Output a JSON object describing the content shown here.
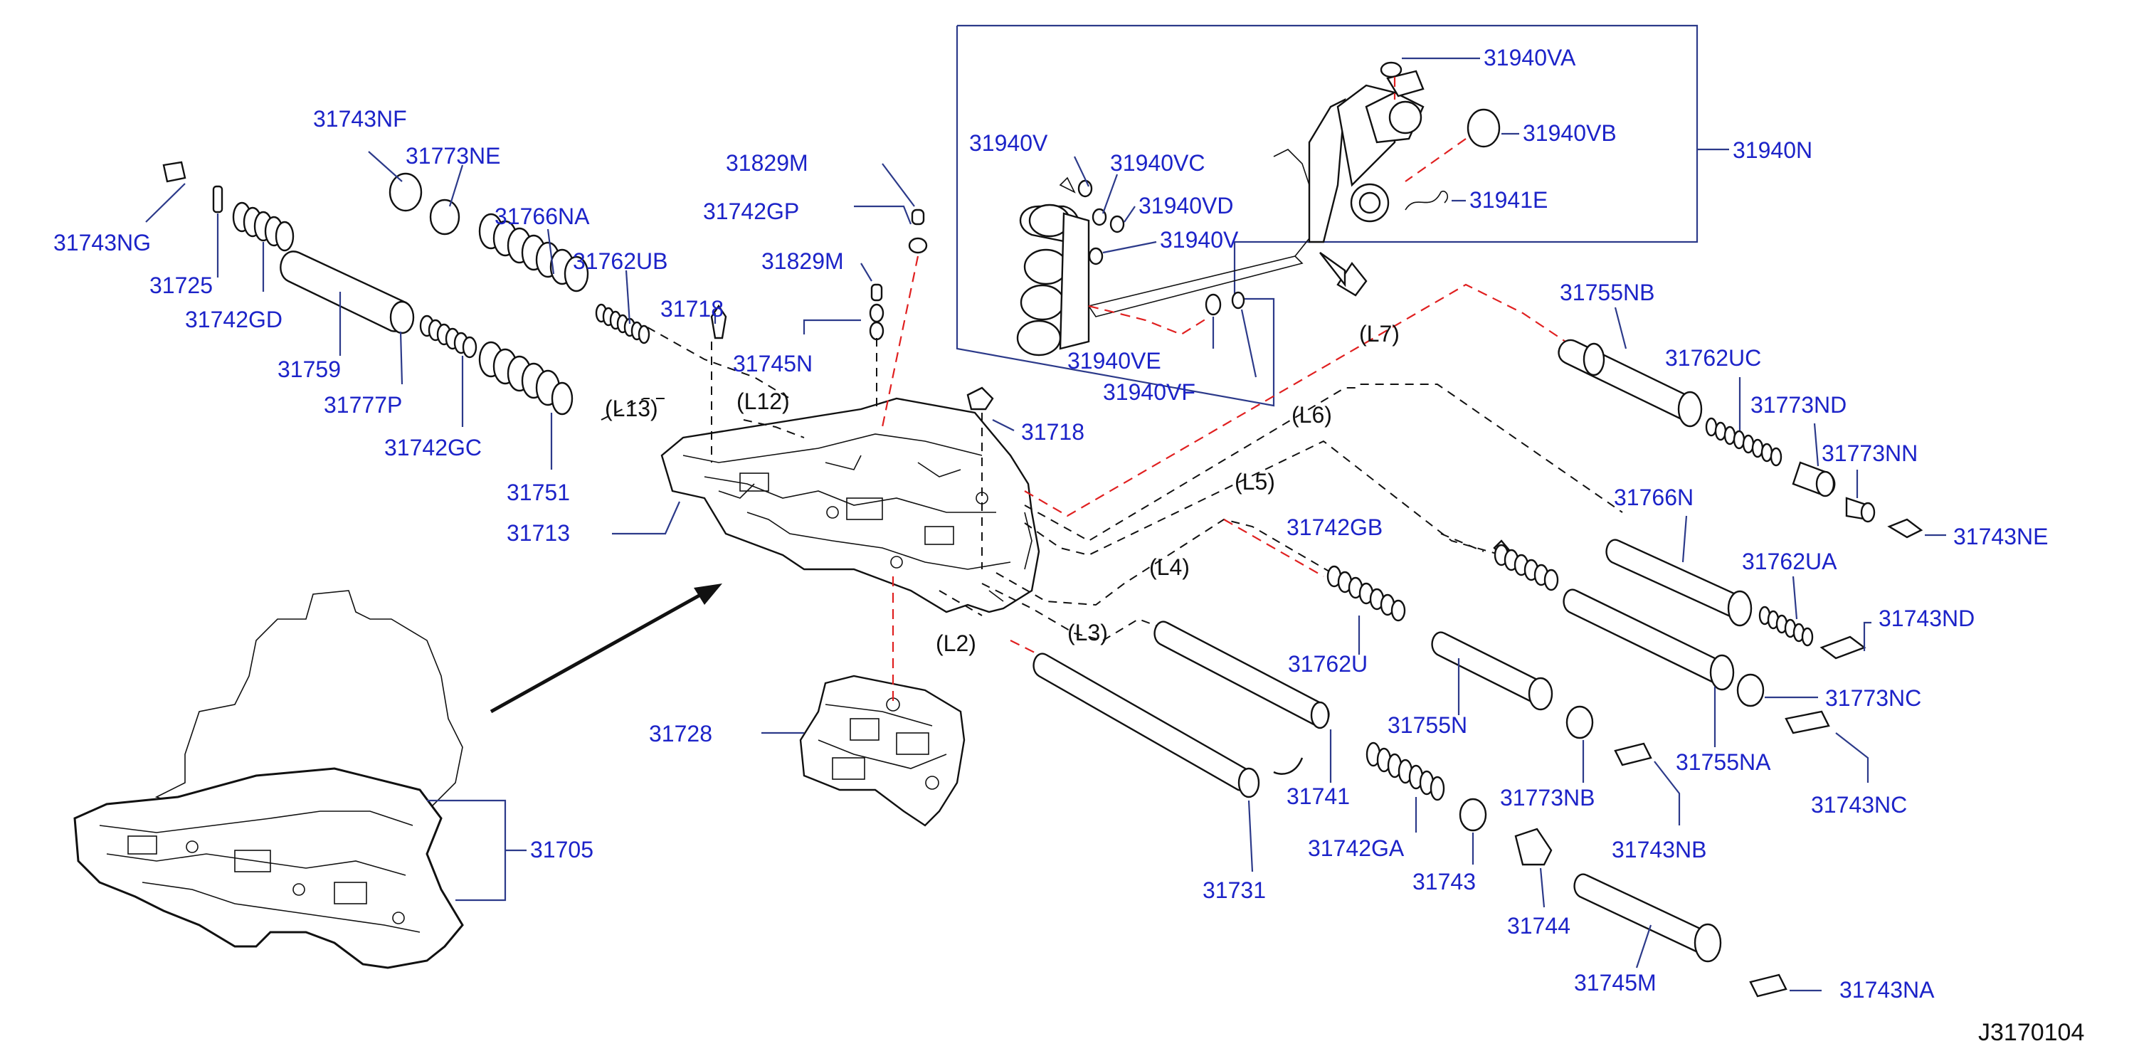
{
  "diagram_code": "J3170104",
  "colors": {
    "label": "#1c23c8",
    "leader": "#2c3a8a",
    "red_dash": "#e02020",
    "line": "#111111"
  },
  "part_labels": {
    "p31743NF": "31743NF",
    "p31773NE": "31773NE",
    "p31766NA": "31766NA",
    "p31762UB": "31762UB",
    "p31743NG": "31743NG",
    "p31725": "31725",
    "p31742GD": "31742GD",
    "p31759": "31759",
    "p31777P": "31777P",
    "p31742GC": "31742GC",
    "p31751": "31751",
    "p31713": "31713",
    "p31829M_a": "31829M",
    "p31742GP": "31742GP",
    "p31829M_b": "31829M",
    "p31745N": "31745N",
    "p31718_a": "31718",
    "p31718_b": "31718",
    "p31728": "31728",
    "p31705": "31705",
    "p31940V_a": "31940V",
    "p31940VC": "31940VC",
    "p31940VD": "31940VD",
    "p31940V_b": "31940V",
    "p31940VE": "31940VE",
    "p31940VF": "31940VF",
    "p31940VA": "31940VA",
    "p31940VB": "31940VB",
    "p31941E": "31941E",
    "p31940N": "31940N",
    "p31755NB": "31755NB",
    "p31762UC": "31762UC",
    "p31773ND": "31773ND",
    "p31773NN": "31773NN",
    "p31743NE": "31743NE",
    "p31766N": "31766N",
    "p31762UA": "31762UA",
    "p31743ND": "31743ND",
    "p31742GB": "31742GB",
    "p31762U": "31762U",
    "p31773NC": "31773NC",
    "p31755N": "31755N",
    "p31755NA": "31755NA",
    "p31743NC": "31743NC",
    "p31741": "31741",
    "p31773NB": "31773NB",
    "p31743NB": "31743NB",
    "p31742GA": "31742GA",
    "p31731": "31731",
    "p31743": "31743",
    "p31744": "31744",
    "p31745M": "31745M",
    "p31743NA": "31743NA"
  },
  "line_refs": {
    "L2": "(L2)",
    "L3": "(L3)",
    "L4": "(L4)",
    "L5": "(L5)",
    "L6": "(L6)",
    "L7": "(L7)",
    "L12": "(L12)",
    "L13": "(L13)"
  }
}
